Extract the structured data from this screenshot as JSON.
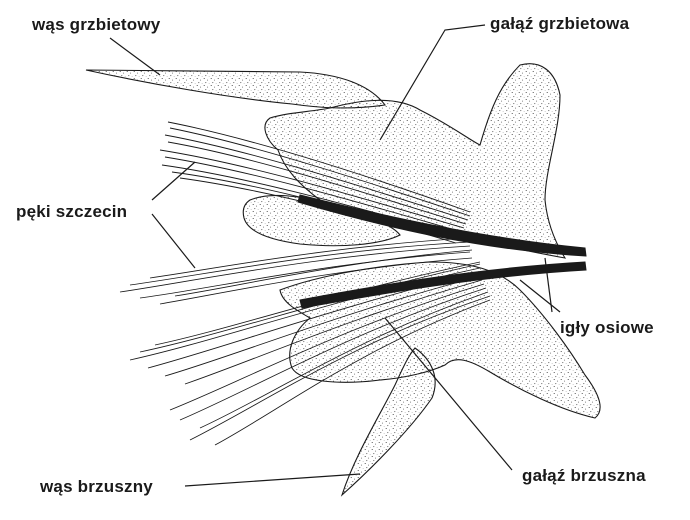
{
  "labels": {
    "dorsal_cirrus": "wąs grzbietowy",
    "dorsal_branch": "gałąź grzbietowa",
    "chaetae_bundles": "pęki szczecin",
    "acicula": "igły osiowe",
    "ventral_cirrus": "wąs brzuszny",
    "ventral_branch": "gałąź brzuszna"
  },
  "colors": {
    "ink": "#1a1a1a",
    "paper": "#ffffff"
  }
}
